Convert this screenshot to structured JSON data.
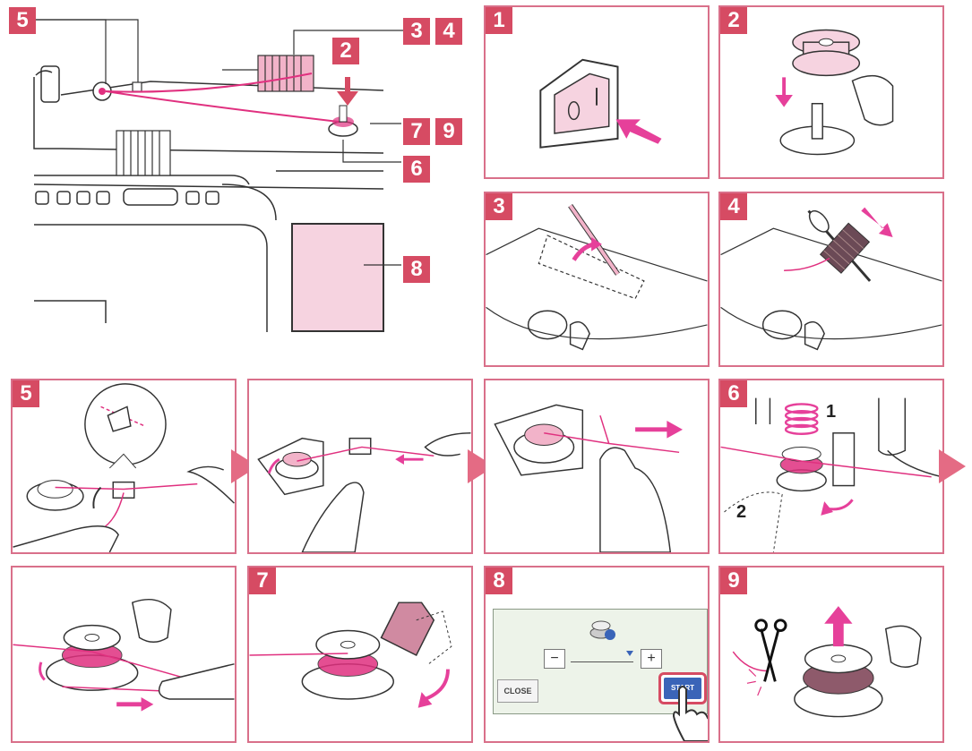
{
  "overview": {
    "callouts": [
      "5",
      "3",
      "4",
      "2",
      "7",
      "9",
      "6",
      "8"
    ]
  },
  "panels": {
    "p1": {
      "num": "1"
    },
    "p2": {
      "num": "2"
    },
    "p3": {
      "num": "3"
    },
    "p4": {
      "num": "4"
    },
    "p5a": {
      "num": "5"
    },
    "p6": {
      "num": "6",
      "sub1": "1",
      "sub2": "2"
    },
    "p7": {
      "num": "7"
    },
    "p8": {
      "num": "8",
      "close_label": "CLOSE",
      "start_label": "START",
      "minus": "−",
      "plus": "+"
    },
    "p9": {
      "num": "9"
    }
  },
  "colors": {
    "accent": "#d64b63",
    "border": "#d9708a",
    "thread": "#e0307f",
    "pink_fill": "#f6d3e0",
    "arrow": "#e6409a"
  }
}
